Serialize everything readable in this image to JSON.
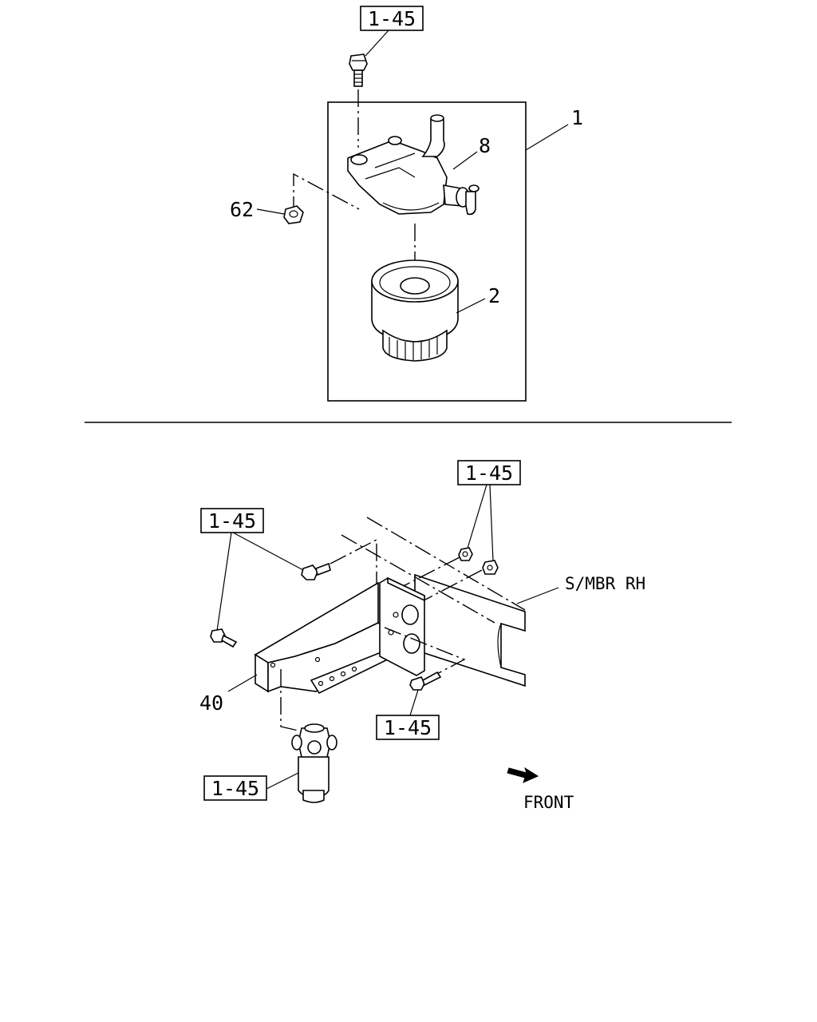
{
  "top_section": {
    "ref_label": "1-45",
    "callouts": {
      "assembly": "1",
      "head": "8",
      "filter": "2",
      "nut": "62"
    }
  },
  "bottom_section": {
    "ref_labels": {
      "bolt_top_right": "1-45",
      "bolt_left": "1-45",
      "bolt_bottom": "1-45",
      "filter_small": "1-45"
    },
    "callouts": {
      "bracket": "40"
    },
    "frame_label": "S/MBR RH",
    "direction_label": "FRONT"
  }
}
